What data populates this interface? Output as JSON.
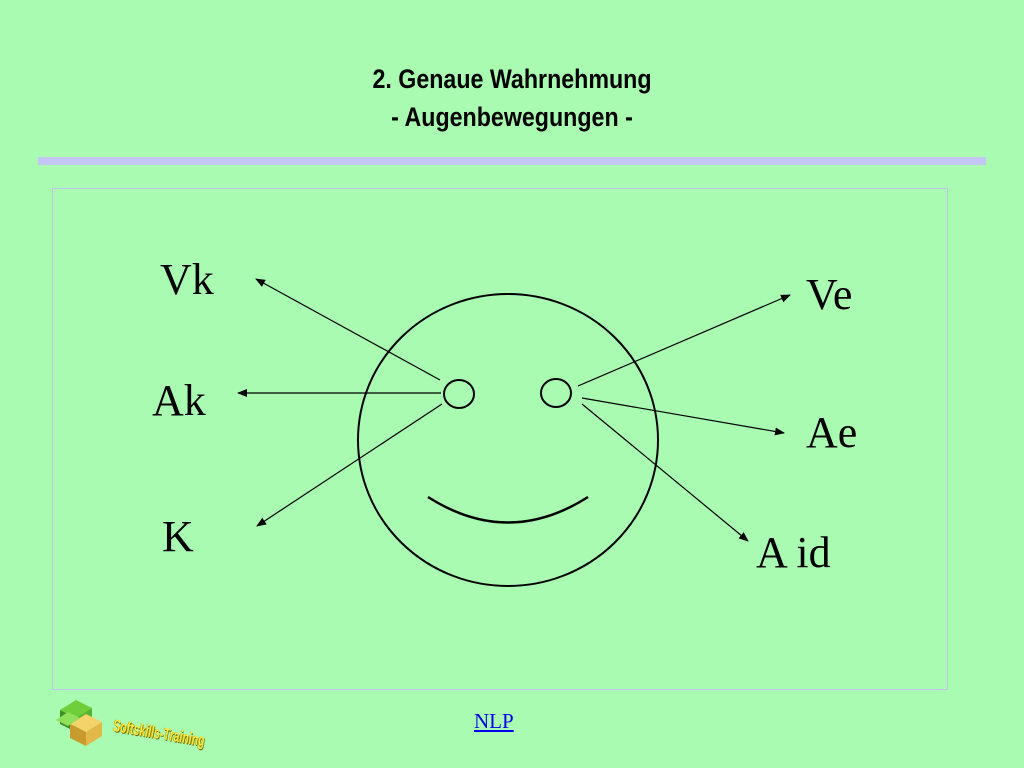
{
  "slide": {
    "title_line1": "2. Genaue Wahrnehmung",
    "title_line2": "- Augenbewegungen -"
  },
  "diagram": {
    "labels": {
      "vk": "Vk",
      "ak": "Ak",
      "k": "K",
      "ve": "Ve",
      "ae": "Ae",
      "aid": "A id"
    }
  },
  "footer": {
    "link": "NLP",
    "logo_text": "Softskills-Training"
  },
  "colors": {
    "background": "#a8fbb0",
    "divider": "#c6c6f4",
    "frame_border": "#c2c2f0",
    "link": "#0000ee",
    "logo_text": "#f6e84a"
  }
}
